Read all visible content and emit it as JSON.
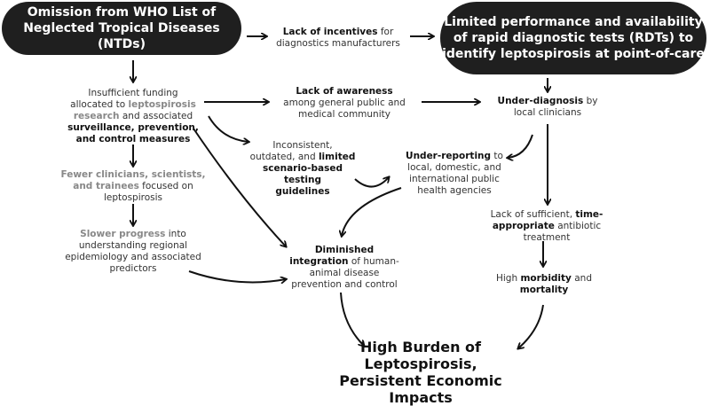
{
  "nodes": {
    "omission": "Omission from WHO List of Neglected Tropical Diseases (NTDs)",
    "incentives": {
      "bold": "Lack of incentives",
      "rest1": " for",
      "rest2": "diagnostics manufacturers"
    },
    "limited": "Limited performance and availability of rapid diagnostic tests (RDTs) to identify leptospirosis at point-of-care",
    "funding": {
      "l1": "Insufficient funding",
      "l2a": "allocated to ",
      "l2b": "leptospirosis",
      "l3a": "research",
      "l3b": " and associated",
      "l4": "surveillance, prevention,",
      "l5": "and control measures"
    },
    "awareness": {
      "bold": "Lack of awareness",
      "l2": "among general public and",
      "l3": "medical community"
    },
    "underdiagnosis": {
      "bold": "Under-diagnosis",
      "rest": " by",
      "l2": "local clinicians"
    },
    "inconsistent": {
      "l1": "Inconsistent,",
      "l2a": "outdated, and ",
      "l2b": "limited",
      "l3": "scenario-based testing",
      "l4": "guidelines"
    },
    "underreporting": {
      "bold": "Under-reporting",
      "rest": " to",
      "l2": "local, domestic, and",
      "l3": "international public",
      "l4": "health agencies"
    },
    "fewer": {
      "l1": "Fewer clinicians, scientists,",
      "l2a": "and trainees",
      "l2b": " focused on",
      "l3": "leptospirosis"
    },
    "slower": {
      "bold": "Slower progress",
      "rest": " into",
      "l2": "understanding regional",
      "l3": "epidemiology and associated",
      "l4": "predictors"
    },
    "diminished": {
      "l1": "Diminished",
      "l2a": "integration",
      "l2b": " of human-",
      "l3": "animal disease",
      "l4": "prevention and control"
    },
    "lack_treatment": {
      "l1a": "Lack of sufficient, ",
      "l1b": "time-",
      "l2a": "appropriate",
      "l2b": " antibiotic",
      "l3": "treatment"
    },
    "morbidity": {
      "l1a": "High ",
      "l1b": "morbidity",
      "l1c": " and",
      "l2": "mortality"
    },
    "final": "High Burden of Leptospirosis, Persistent Economic Impacts"
  },
  "colors": {
    "pill": "#1f1f1f",
    "highlight": "#888888",
    "arrow": "#111111"
  }
}
